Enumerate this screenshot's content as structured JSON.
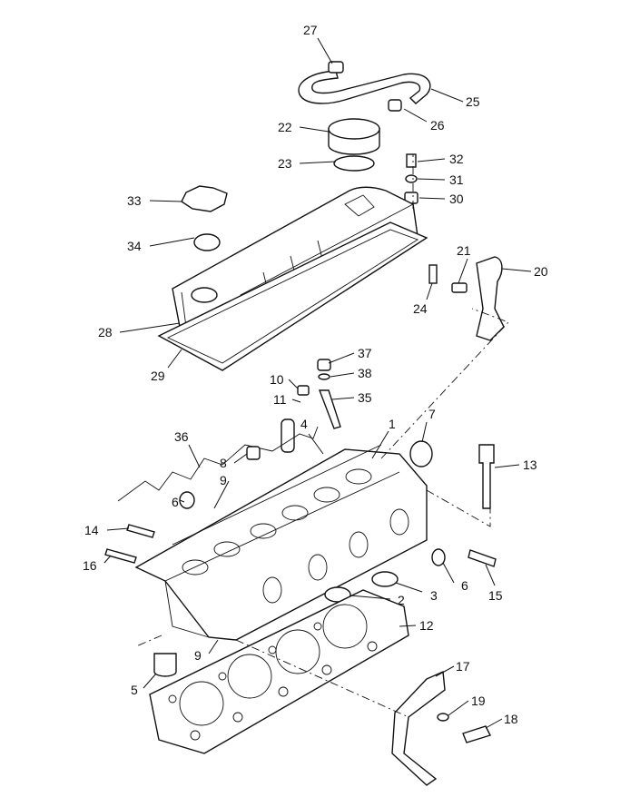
{
  "callouts": [
    "27",
    "25",
    "26",
    "22",
    "23",
    "32",
    "31",
    "30",
    "33",
    "34",
    "21",
    "20",
    "24",
    "28",
    "29",
    "37",
    "38",
    "10",
    "11",
    "35",
    "4",
    "1",
    "7",
    "36",
    "8",
    "9",
    "13",
    "6",
    "14",
    "16",
    "6",
    "15",
    "3",
    "2",
    "12",
    "9",
    "5",
    "17",
    "19",
    "18"
  ]
}
